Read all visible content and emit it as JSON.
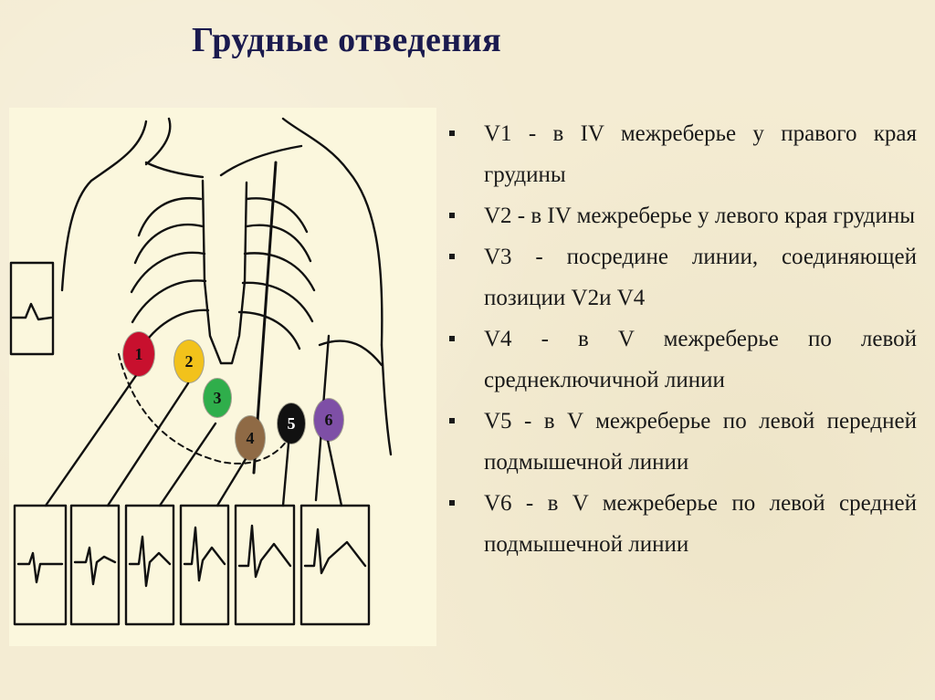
{
  "title": "Грудные отведения",
  "leads": [
    {
      "text": "V1 - в IV межреберье у правого края грудины"
    },
    {
      "text": "V2 - в IV межреберье у левого края грудины"
    },
    {
      "text": "V3 - посредине линии, соединяющей позиции V2и V4"
    },
    {
      "text": "V4 - в V межреберье по левой среднеключичной линии"
    },
    {
      "text": "V5 - в V межреберье по левой передней подмышечной линии"
    },
    {
      "text": "V6 - в V межреберье по левой средней подмышечной линии"
    }
  ],
  "electrodes": [
    {
      "label": "1",
      "color": "#c8102e"
    },
    {
      "label": "2",
      "color": "#f2c21b"
    },
    {
      "label": "3",
      "color": "#2fae4b"
    },
    {
      "label": "4",
      "color": "#8f6a45"
    },
    {
      "label": "5",
      "color": "#111111"
    },
    {
      "label": "6",
      "color": "#7e4fa6"
    }
  ],
  "colors": {
    "title": "#1a1a4e",
    "text": "#1a1a1a",
    "diagram_bg": "#fbf7dd"
  }
}
